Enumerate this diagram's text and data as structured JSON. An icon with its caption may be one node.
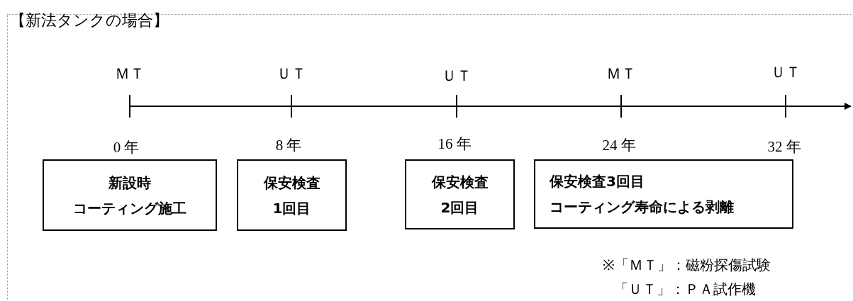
{
  "diagram": {
    "title": "【新法タンクの場合】",
    "nodes": [
      {
        "text": [
          "新設時",
          "コーティング施工"
        ]
      },
      {
        "text": [
          "保安検査",
          "1回目"
        ]
      },
      {
        "text": [
          "保安検査",
          "2回目"
        ]
      },
      {
        "text": [
          "保安検査3回目",
          "コーティング寿命による剥離"
        ]
      }
    ],
    "labels": [
      "ＭＴ",
      "ＵＴ",
      "ＵＴ",
      "ＭＴ",
      "ＵＴ",
      "0 年",
      "8 年",
      "16 年",
      "24 年",
      "32 年",
      "※「ＭＴ」：磁粉探傷試験",
      "「ＵＴ」：ＰＡ試作機"
    ]
  }
}
